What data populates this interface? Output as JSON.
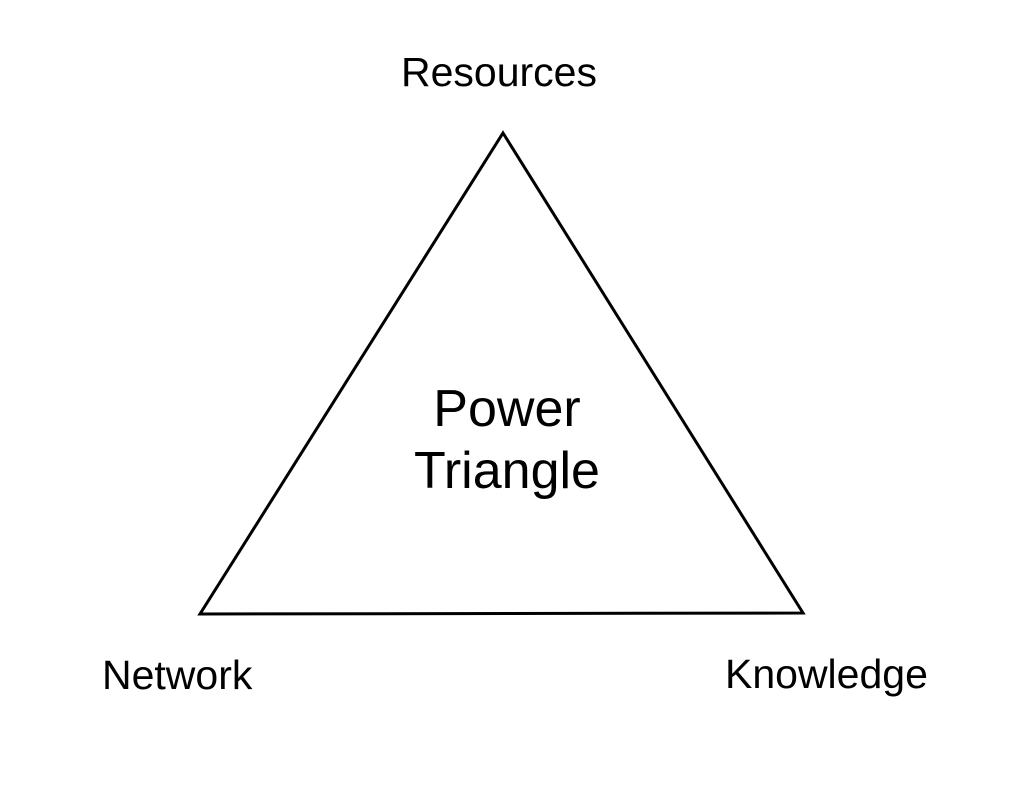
{
  "diagram": {
    "title": "Power Triangle",
    "background_color": "#ffffff",
    "line_color": "#000000",
    "text_color": "#000000",
    "center_label": "Power\nTriangle",
    "vertex_labels": {
      "top": "Resources",
      "bottom_left": "Network",
      "bottom_right": "Knowledge"
    }
  }
}
